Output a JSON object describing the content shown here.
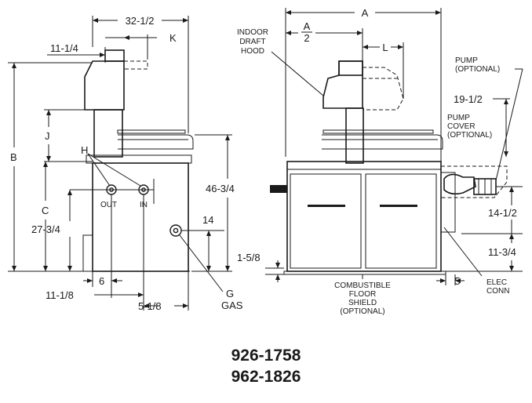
{
  "dimensions": {
    "w32_5": "32-1/2",
    "w11_25": "11-1/4",
    "k": "K",
    "b": "B",
    "j": "J",
    "h": "H",
    "c": "C",
    "h27_75": "27-3/4",
    "h46_75": "46-3/4",
    "d14": "14",
    "d6": "6",
    "d11_125": "11-1/8",
    "d5_125": "5-1/8",
    "a": "A",
    "a_num": "A",
    "a_den": "2",
    "l": "L",
    "d19_5": "19-1/2",
    "d14_5": "14-1/2",
    "d11_75": "11-3/4",
    "d1_625": "1-5/8",
    "d5": "5"
  },
  "labels": {
    "out": "OUT",
    "in": "IN",
    "g": "G",
    "gas": "GAS",
    "hood": [
      "INDOOR",
      "DRAFT",
      "HOOD"
    ],
    "pump": [
      "PUMP",
      "(OPTIONAL)"
    ],
    "pump_cover": [
      "PUMP",
      "COVER",
      "(OPTIONAL)"
    ],
    "floor_shield": [
      "COMBUSTIBLE",
      "FLOOR",
      "SHIELD",
      "(OPTIONAL)"
    ],
    "elec": [
      "ELEC",
      "CONN"
    ]
  },
  "models": [
    "926-1758",
    "962-1826"
  ]
}
